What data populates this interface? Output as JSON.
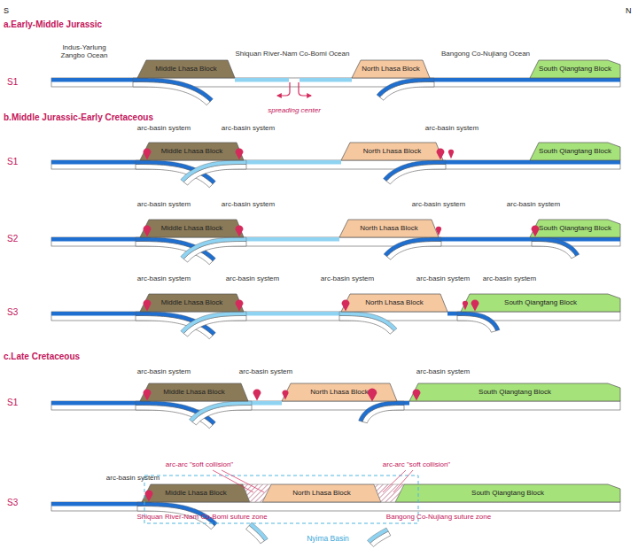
{
  "diagram": {
    "nodes": [
      {
        "text": [
          "Middle Lhasa Block"
        ]
      },
      {
        "text": [
          "North Lhasa Block"
        ]
      },
      {
        "text": [
          "South Qiangtang Block"
        ]
      },
      {
        "text": [
          "Middle Lhasa Block"
        ]
      },
      {
        "text": [
          "North Lhasa Block"
        ]
      },
      {
        "text": [
          "South Qiangtang Block"
        ]
      },
      {
        "text": [
          "Middle Lhasa Block"
        ]
      },
      {
        "text": [
          "North Lhasa Block"
        ]
      },
      {
        "text": [
          "South Qiangtang Block"
        ]
      },
      {
        "text": [
          "Middle Lhasa Block"
        ]
      },
      {
        "text": [
          "North Lhasa Block"
        ]
      },
      {
        "text": [
          "South Qiangtang Block"
        ]
      },
      {
        "text": [
          "Middle Lhasa Block"
        ]
      },
      {
        "text": [
          "North Lhasa Block"
        ]
      },
      {
        "text": [
          "South Qiangtang Block"
        ]
      },
      {
        "text": [
          "Middle Lhasa Block"
        ]
      },
      {
        "text": [
          "North Lhasa Block"
        ]
      },
      {
        "text": [
          "South Qiangtang Block"
        ]
      }
    ],
    "labels": [
      "S",
      "N",
      "a.Early-Middle Jurassic",
      "S1",
      "Indus-Yarlung Zangbo Ocean",
      "Shiquan River-Nam Co-Bomi Ocean",
      "Bangong Co-Nujiang Ocean",
      "spreading center",
      "b.Middle Jurassic-Early Cretaceous",
      "S1",
      "arc-basin system",
      "arc-basin system",
      "arc-basin system",
      "S2",
      "arc-basin system",
      "arc-basin system",
      "arc-basin system",
      "arc-basin system",
      "S3",
      "arc-basin system",
      "arc-basin system",
      "arc-basin system",
      "arc-basin system",
      "arc-basin system",
      "c.Late Cretaceous",
      "S1",
      "arc-basin system",
      "arc-basin system",
      "arc-basin system",
      "arc-basin system",
      "arc-arc \"soft collision\"",
      "arc-arc \"soft collision\"",
      "S3",
      "Shiquan River-Nam Co-Bomi suture zone",
      "Bangong Co-Nujiang suture zone",
      "Nyima Basin"
    ]
  }
}
